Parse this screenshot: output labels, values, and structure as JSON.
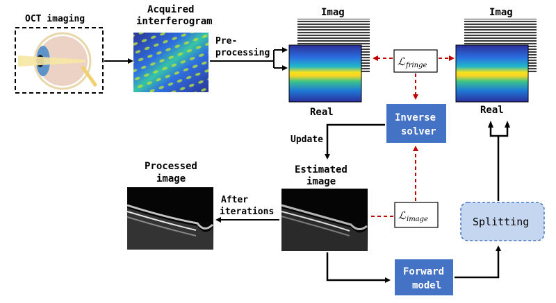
{
  "labels": {
    "oct_imaging": "OCT imaging",
    "acquired_line1": "Acquired",
    "acquired_line2": "interferogram",
    "pre_line1": "Pre-",
    "pre_line2": "processing",
    "imag_left": "Imag",
    "real_left": "Real",
    "imag_right": "Imag",
    "real_right": "Real",
    "update": "Update",
    "estimated_line1": "Estimated",
    "estimated_line2": "image",
    "processed_line1": "Processed",
    "processed_line2": "image",
    "after_line1": "After",
    "after_line2": "iterations"
  },
  "boxes": {
    "inverse_line1": "Inverse",
    "inverse_line2": "solver",
    "forward_line1": "Forward",
    "forward_line2": "model",
    "splitting": "Splitting"
  },
  "losses": {
    "fringe_symbol": "ℒ",
    "fringe_sub": "fringe",
    "image_symbol": "ℒ",
    "image_sub": "image"
  },
  "colors": {
    "box_blue": "#4472c4",
    "split_fill": "#c5d6f0",
    "loss_arrow": "#c00000"
  }
}
